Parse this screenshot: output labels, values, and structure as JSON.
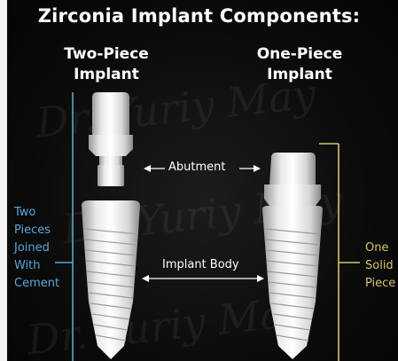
{
  "title": "Zirconia Implant Components:",
  "columns": {
    "left_heading": [
      "Two-Piece",
      "Implant"
    ],
    "right_heading": [
      "One-Piece",
      "Implant"
    ]
  },
  "labels": {
    "abutment": "Abutment",
    "implant_body": "Implant Body"
  },
  "left_side_note": [
    "Two",
    "Pieces",
    "Joined",
    "With",
    "Cement"
  ],
  "right_side_note": [
    "One",
    "Solid",
    "Piece"
  ],
  "colors": {
    "background": "#0b0b0b",
    "left_bracket": "#5aa7d6",
    "right_bracket": "#d4c66a",
    "text": "#ffffff"
  }
}
